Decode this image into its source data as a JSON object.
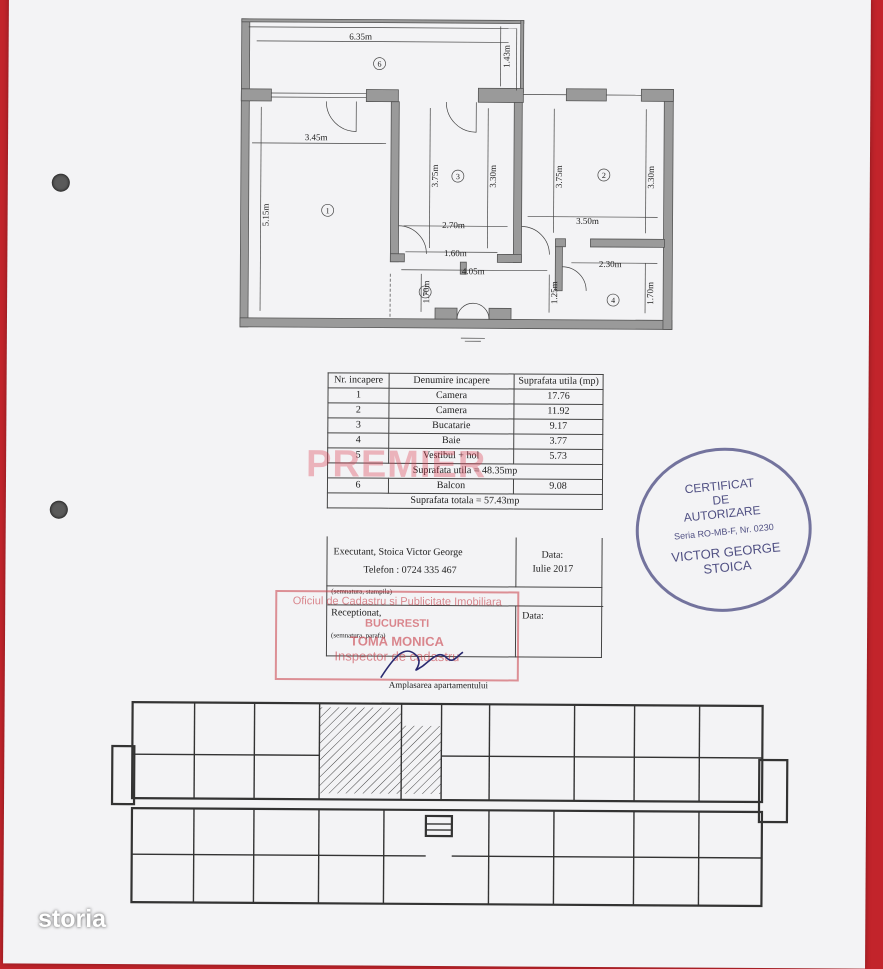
{
  "plan": {
    "dims": {
      "d635": "6.35m",
      "d143": "1.43m",
      "d345": "3.45m",
      "d515": "5.15m",
      "d375a": "3.75m",
      "d330a": "3.30m",
      "d270": "2.70m",
      "d375b": "3.75m",
      "d330b": "3.30m",
      "d350": "3.50m",
      "d160": "1.60m",
      "d405": "4.05m",
      "d230": "2.30m",
      "d170a": "1.70m",
      "d125": "1.25m",
      "d170b": "1.70m"
    },
    "rooms": [
      "1",
      "2",
      "3",
      "4",
      "5",
      "6"
    ]
  },
  "table": {
    "headers": [
      "Nr. incapere",
      "Denumire incapere",
      "Suprafata utila (mp)"
    ],
    "rows": [
      [
        "1",
        "Camera",
        "17.76"
      ],
      [
        "2",
        "Camera",
        "11.92"
      ],
      [
        "3",
        "Bucatarie",
        "9.17"
      ],
      [
        "4",
        "Baie",
        "3.77"
      ],
      [
        "5",
        "Vestibul + hol",
        "5.73"
      ]
    ],
    "subtotal": "Suprafata utila = 48.35mp",
    "balcony": [
      "6",
      "Balcon",
      "9.08"
    ],
    "total": "Suprafata totala = 57.43mp"
  },
  "info": {
    "executant": "Executant, Stoica Victor George",
    "telefon": "Telefon : 0724 335 467",
    "data_label": "Data:",
    "data_value": "Iulie 2017",
    "semn1": "(semnatura, stampila)",
    "receptionat": "Receptionat,",
    "data2": "Data:",
    "semn2": "(semnatura, parafa)"
  },
  "stamp": {
    "line1": "Oficiul de Cadastru si Publicitate Imobiliara",
    "line2": "BUCURESTI",
    "line3": "TOMA MONICA",
    "line4": "Inspector de cadastru"
  },
  "cert": {
    "line1": "CERTIFICAT",
    "line2": "DE",
    "line3": "AUTORIZARE",
    "line4": "Seria RO-MB-F, Nr. 0230",
    "line5": "VICTOR GEORGE",
    "line6": "STOICA"
  },
  "watermark": "PREMIER",
  "location_caption": "Amplasarea apartamentului",
  "brand": "storia",
  "colors": {
    "paper": "#f3f3f5",
    "background": "#c2242b",
    "wall": "#9a9a9a"
  }
}
